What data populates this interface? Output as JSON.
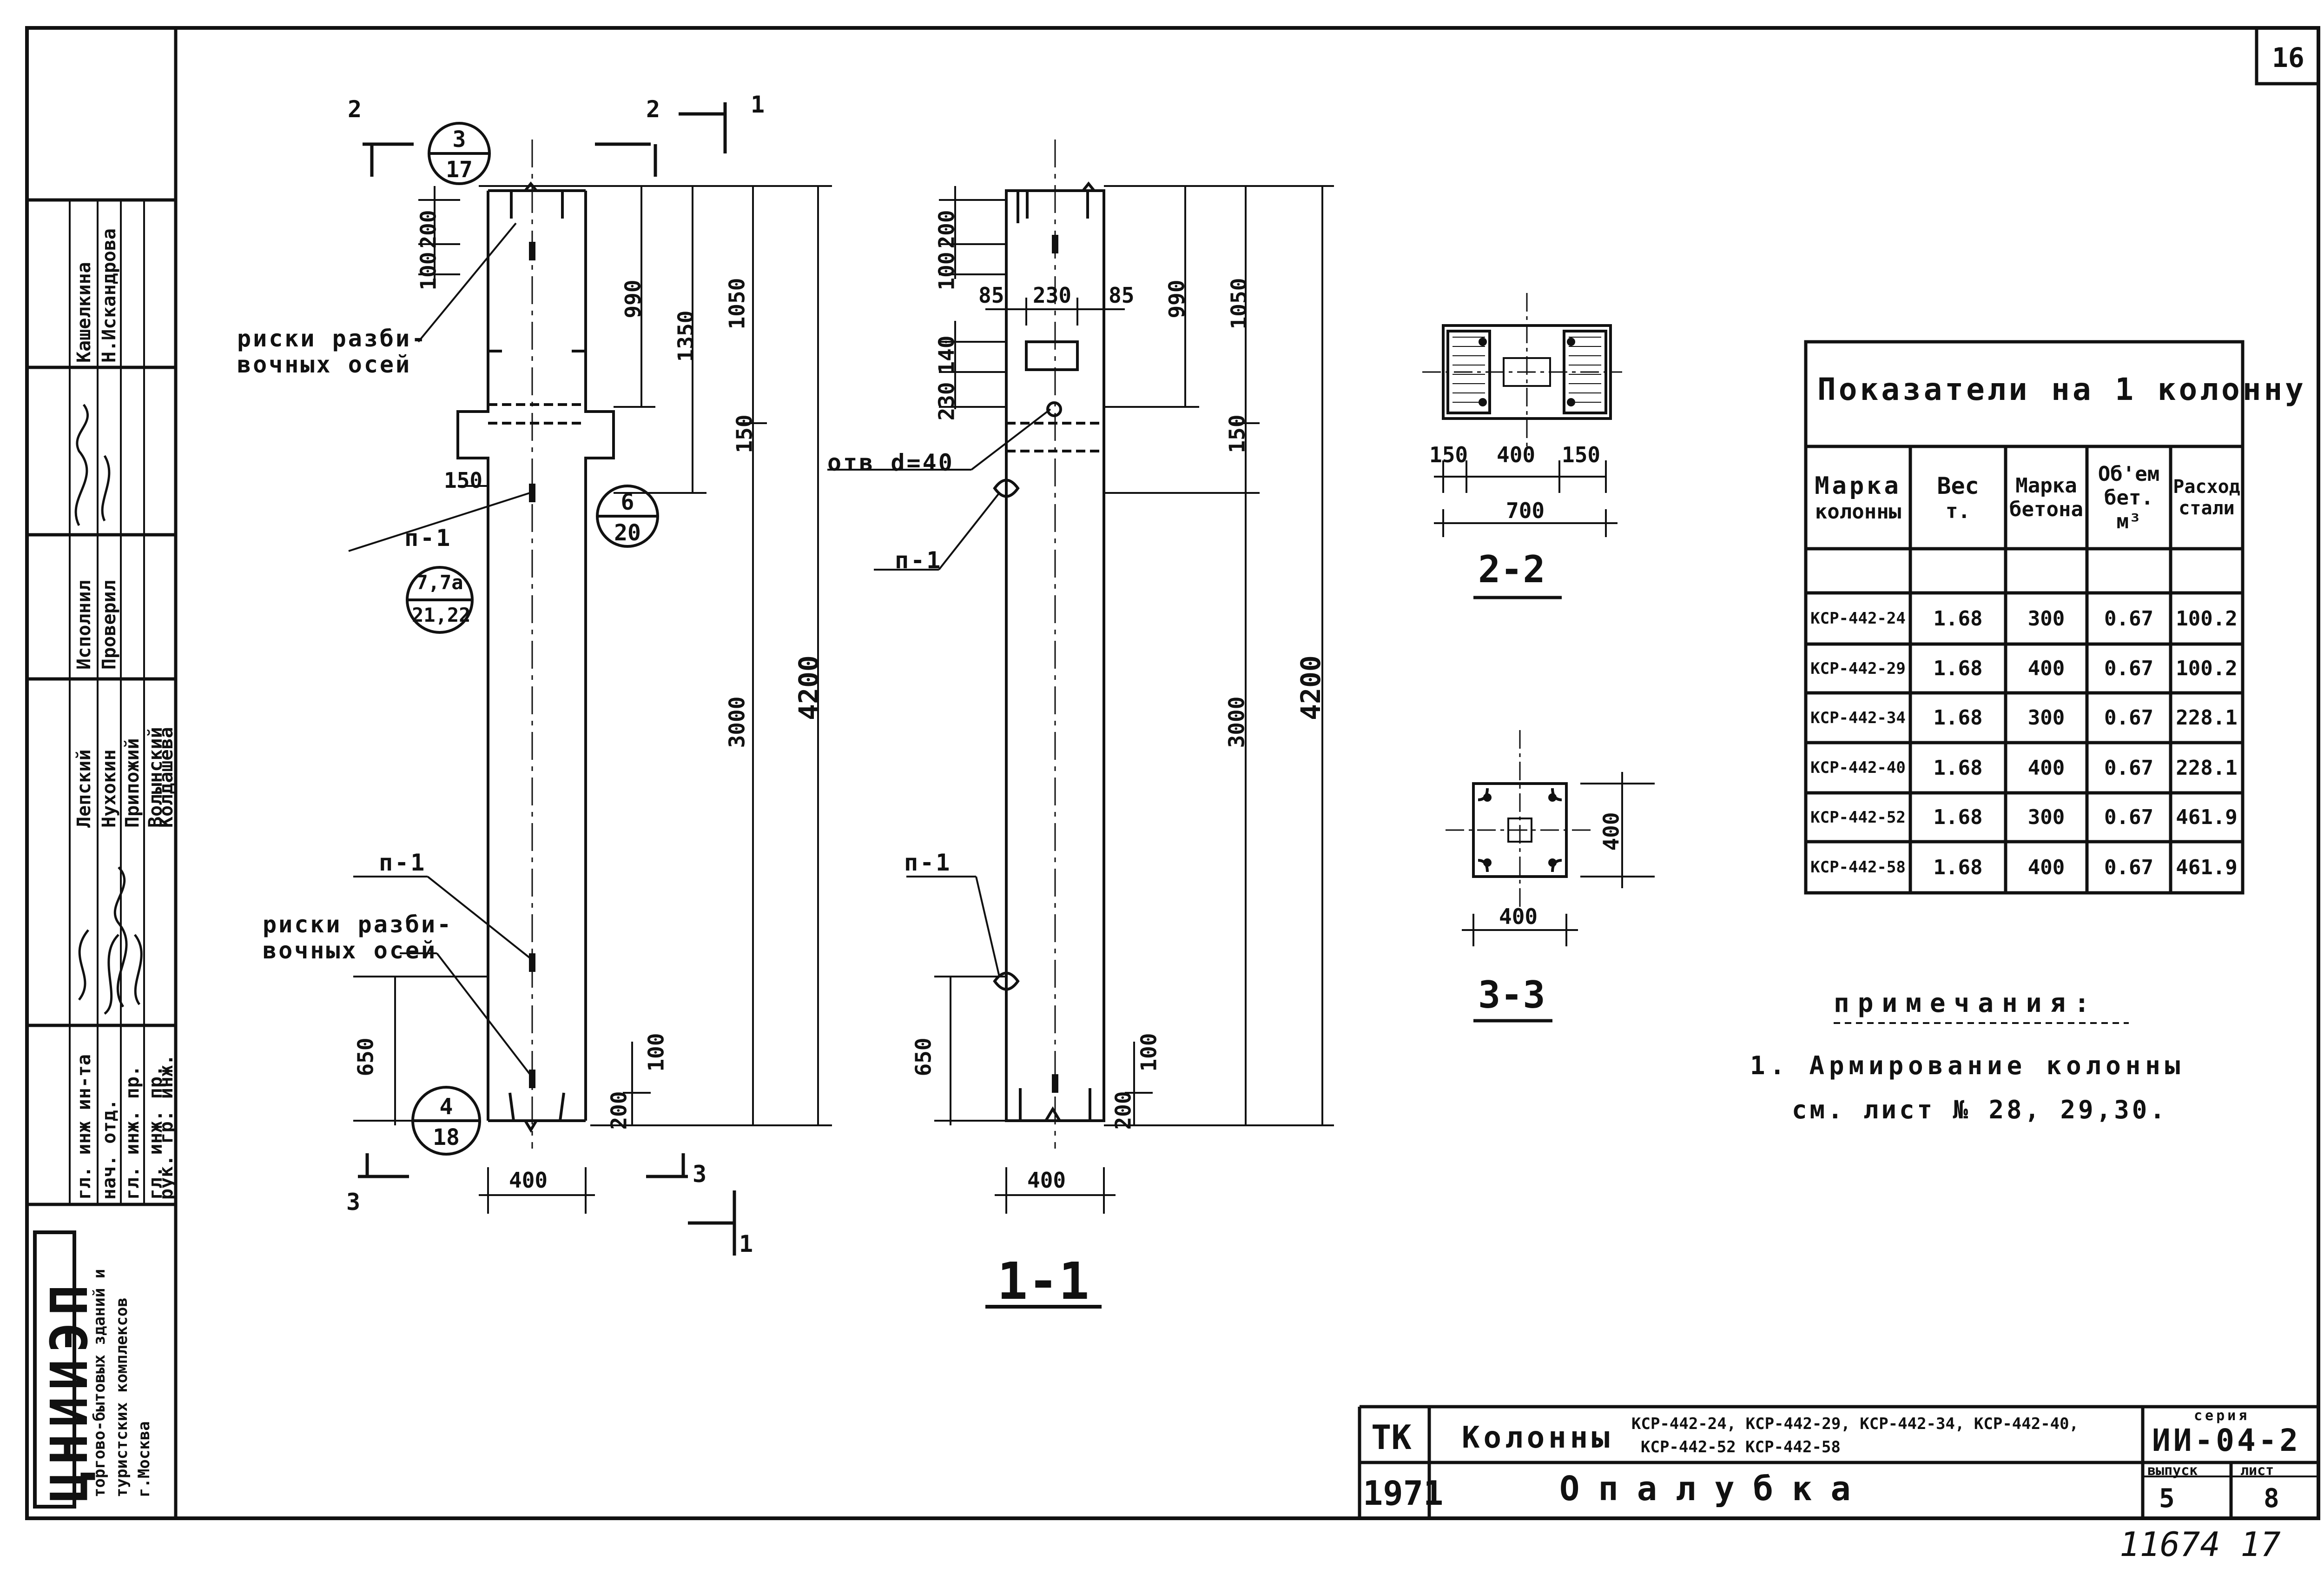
{
  "sheet_number": "16",
  "footer_number": "11674  17",
  "org_block": {
    "logo": "ЦНИИЭП",
    "org_name": "торгово-бытовых зданий и туристских комплексов г.Москва"
  },
  "signatures": {
    "positions": [
      "гл. инж ин-та",
      "нач. отд.",
      "гл. инж. пр.",
      "гл. инж. пр.",
      "рук. гр. инж."
    ],
    "names": [
      "Лепский",
      "Нухокин",
      "Припожий",
      "Волынский",
      "Колдашева"
    ],
    "positions2": [
      "Исполнил",
      "Проверил"
    ],
    "names2": [
      "Кашелкина",
      "Н.Искандрова"
    ]
  },
  "drawing": {
    "labels": {
      "risks_top": "риски разби-\nвочных осей",
      "risks_bottom": "риски разби-\nвочных осей",
      "p1_a": "п-1",
      "p1_b": "п-1",
      "p1_c": "п-1",
      "p1_d": "п-1",
      "otv": "отв d=40"
    },
    "callouts": {
      "c1_top": "3",
      "c1_bot": "17",
      "c2_top": "6",
      "c2_bot": "20",
      "c3_top": "7,7а",
      "c3_bot": "21,22",
      "c4_top": "4",
      "c4_bot": "18"
    },
    "cut_marks": {
      "two_a": "2",
      "two_b": "2",
      "one_a": "1",
      "one_b": "1",
      "three_a": "3",
      "three_b": "3"
    },
    "dims_elev": {
      "d100": "100",
      "d200": "200",
      "d990": "990",
      "d1350": "1350",
      "d1050": "1050",
      "d150": "150",
      "d150h": "150",
      "d3000": "3000",
      "d4200": "4200",
      "d650": "650",
      "d100b": "100",
      "d200b": "200",
      "d400": "400"
    },
    "dims_sect": {
      "d100": "100",
      "d200": "200",
      "d85a": "85",
      "d230": "230",
      "d85b": "85",
      "d140": "140",
      "d230v": "230",
      "d990": "990",
      "d1050": "1050",
      "d150": "150",
      "d3000": "3000",
      "d4200": "4200",
      "d650": "650",
      "d100b": "100",
      "d200b": "200",
      "d400": "400"
    },
    "dims_22": {
      "a": "150",
      "b": "400",
      "c": "150",
      "total": "700"
    },
    "dims_33": {
      "w": "400",
      "h": "400"
    },
    "section_titles": {
      "s11": "1-1",
      "s22": "2-2",
      "s33": "3-3"
    }
  },
  "indicators": {
    "title": "Показатели на 1 колонну",
    "headers": [
      [
        "Марка",
        "колонны"
      ],
      [
        "Вес",
        "т."
      ],
      [
        "Марка",
        "бетона"
      ],
      [
        "Об'ем",
        "бет. м³"
      ],
      [
        "Расход",
        "стали"
      ]
    ],
    "rows": [
      [
        "КСР-442-24",
        "1.68",
        "300",
        "0.67",
        "100.2"
      ],
      [
        "КСР-442-29",
        "1.68",
        "400",
        "0.67",
        "100.2"
      ],
      [
        "КСР-442-34",
        "1.68",
        "300",
        "0.67",
        "228.1"
      ],
      [
        "КСР-442-40",
        "1.68",
        "400",
        "0.67",
        "228.1"
      ],
      [
        "КСР-442-52",
        "1.68",
        "300",
        "0.67",
        "461.9"
      ],
      [
        "КСР-442-58",
        "1.68",
        "400",
        "0.67",
        "461.9"
      ]
    ]
  },
  "notes": {
    "title": "примечания:",
    "item1": "1. Армирование колонны",
    "item1b": "см. лист № 28, 29,30."
  },
  "title_block": {
    "tk": "ТК",
    "year": "1971",
    "name": "Колонны",
    "marks_line1": "КСР-442-24, КСР-442-29, КСР-442-34, КСР-442-40,",
    "marks_line2": "КСР-442-52  КСР-442-58",
    "subtitle": "Опалубка",
    "series_label": "серия",
    "series": "ИИ-04-2",
    "issue_label": "выпуск",
    "issue": "5",
    "sheet_label": "лист",
    "sheet": "8"
  }
}
